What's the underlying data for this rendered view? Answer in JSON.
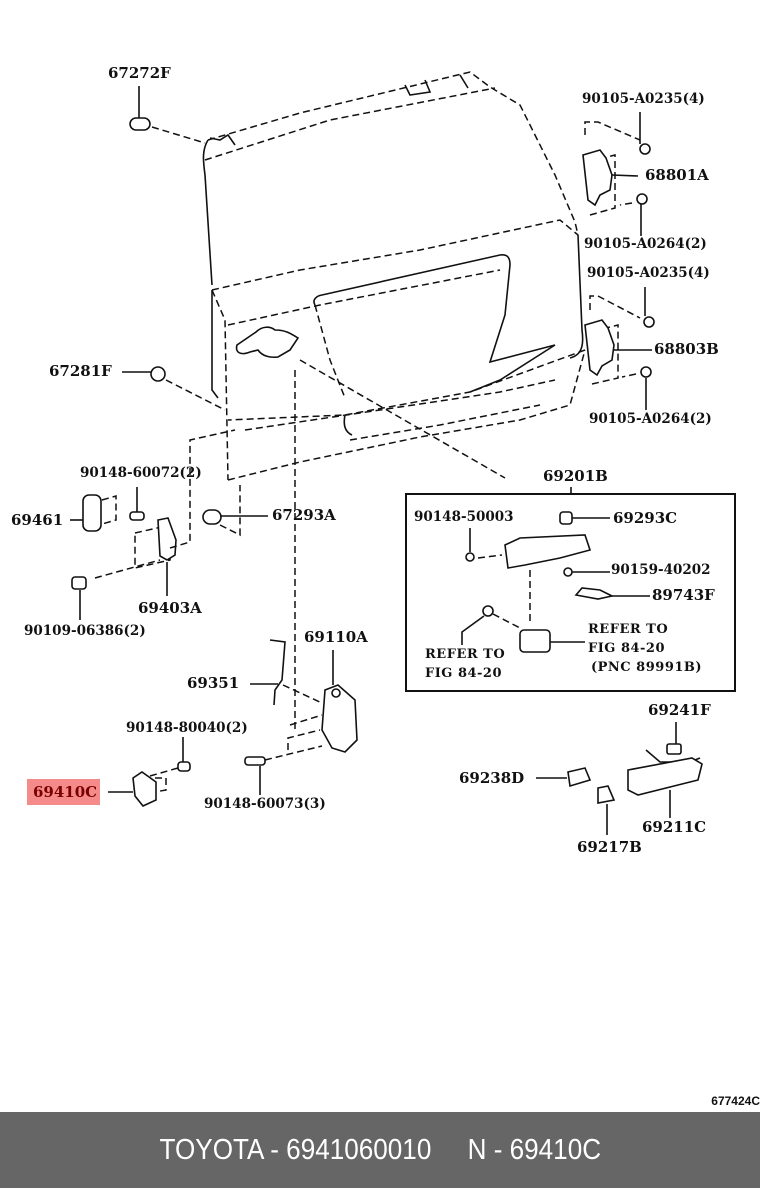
{
  "diagram": {
    "figure_id": "677424C",
    "highlight_color": "#f48a8a",
    "highlighted_part": "69410C",
    "labels": {
      "p67272F": "67272F",
      "p90105_A0235_top": "90105-A0235(4)",
      "p68801A": "68801A",
      "p90105_A0264_top": "90105-A0264(2)",
      "p90105_A0235_bot": "90105-A0235(4)",
      "p68803B": "68803B",
      "p90105_A0264_bot": "90105-A0264(2)",
      "p67281F": "67281F",
      "p90148_60072": "90148-60072(2)",
      "p69461": "69461",
      "p67293A": "67293A",
      "p69403A": "69403A",
      "p90109_06386": "90109-06386(2)",
      "p69201B": "69201B",
      "p90148_50003": "90148-50003",
      "p69293C": "69293C",
      "p90159_40202": "90159-40202",
      "p89743F": "89743F",
      "refer1_line1": "REFER TO",
      "refer1_line2": "FIG 84-20",
      "refer2_line1": "REFER TO",
      "refer2_line2": "FIG 84-20",
      "refer2_line3": "(PNC 89991B)",
      "p69110A": "69110A",
      "p69351": "69351",
      "p90148_80040": "90148-80040(2)",
      "p69410C": "69410C",
      "p90148_60073": "90148-60073(3)",
      "p69241F": "69241F",
      "p69238D": "69238D",
      "p69211C": "69211C",
      "p69217B": "69217B"
    }
  },
  "footer": {
    "text": "TOYOTA - 6941060010     N - 69410C",
    "background": "#666666"
  }
}
